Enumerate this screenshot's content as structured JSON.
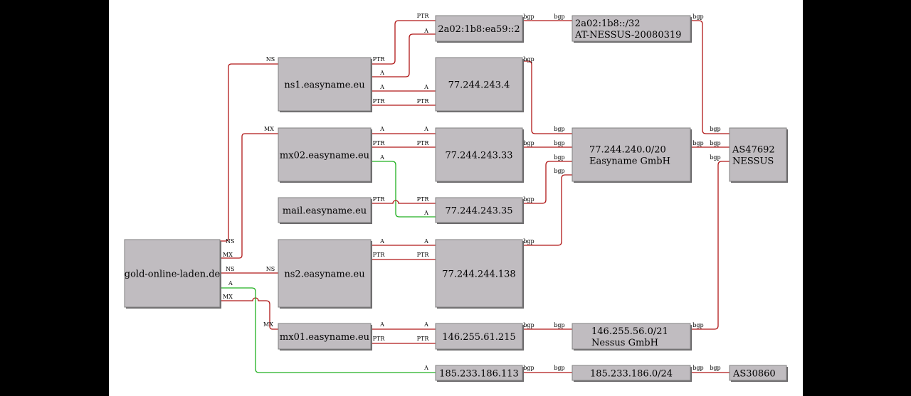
{
  "nodes": {
    "domain": [
      "gold-online-laden.de"
    ],
    "ns1": [
      "ns1.easyname.eu"
    ],
    "mx02": [
      "mx02.easyname.eu"
    ],
    "mail": [
      "mail.easyname.eu"
    ],
    "ns2": [
      "ns2.easyname.eu"
    ],
    "mx01": [
      "mx01.easyname.eu"
    ],
    "ip6": [
      "2a02:1b8:ea59::2"
    ],
    "ip4a": [
      "77.244.243.4"
    ],
    "ip4b": [
      "77.244.243.33"
    ],
    "ip4c": [
      "77.244.243.35"
    ],
    "ip4d": [
      "77.244.244.138"
    ],
    "ip4e": [
      "146.255.61.215"
    ],
    "ip4f": [
      "185.233.186.113"
    ],
    "net6": [
      "2a02:1b8::/32",
      "AT-NESSUS-20080319"
    ],
    "net_easy": [
      "77.244.240.0/20",
      "Easyname GmbH"
    ],
    "net_nessus": [
      "146.255.56.0/21",
      "Nessus GmbH"
    ],
    "net_185": [
      "185.233.186.0/24"
    ],
    "as47692": [
      "AS47692",
      "NESSUS"
    ],
    "as30860": [
      "AS30860"
    ]
  },
  "edge_labels": {
    "ns": "NS",
    "mx": "MX",
    "a": "A",
    "ptr": "PTR",
    "bgp": "bgp"
  },
  "colors": {
    "node_fill": "#c0bcc0",
    "node_stroke": "#808080",
    "edge_red": "#b01818",
    "edge_green": "#20b020",
    "background": "#000000",
    "canvas": "#ffffff"
  }
}
